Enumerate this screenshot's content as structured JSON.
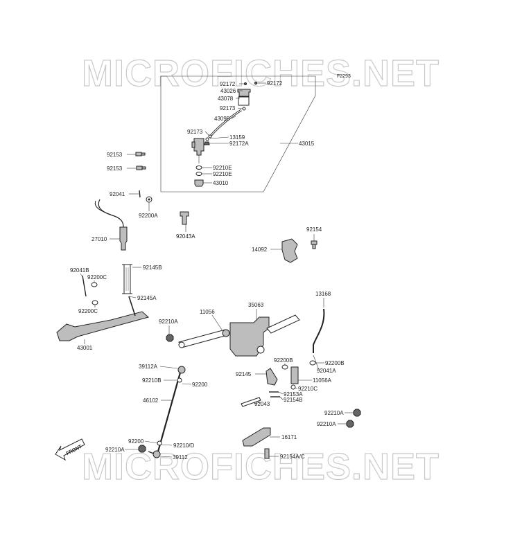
{
  "watermark": "MICROFICHES.NET",
  "figure_code": "F2293",
  "front_label": "FRONT",
  "callouts": {
    "c92172a": "92172",
    "c92172b": "92172",
    "c43026": "43026",
    "c43078": "43078",
    "c92173a": "92173",
    "c43095": "43095",
    "c92173b": "92173",
    "c13159": "13159",
    "c92172A": "92172A",
    "c43015": "43015",
    "c92210Ea": "92210E",
    "c92210Eb": "92210E",
    "c43010": "43010",
    "c92153a": "92153",
    "c92153b": "92153",
    "c92041": "92041",
    "c92200A": "92200A",
    "c27010": "27010",
    "c92043A": "92043A",
    "c92154": "92154",
    "c14092": "14092",
    "c92041B": "92041B",
    "c92200C1": "92200C",
    "c92145B": "92145B",
    "c92200C2": "92200C",
    "c92145A": "92145A",
    "c43001": "43001",
    "c92210A1": "92210A",
    "c11056": "11056",
    "c35063": "35063",
    "c13168": "13168",
    "c92200B1": "92200B",
    "c92200B2": "92200B",
    "c92041A": "92041A",
    "c39112A": "39112A",
    "c92210B": "92210B",
    "c92200a": "92200",
    "c92145": "92145",
    "c11056A": "11056A",
    "c92210C": "92210C",
    "c92153A": "92153A",
    "c46102": "46102",
    "c92154B": "92154B",
    "c92043": "92043",
    "c92210A2": "92210A",
    "c92210A3": "92210A",
    "c92200b": "92200",
    "c92210D": "92210/D",
    "c16171": "16171",
    "c92210A4": "92210A",
    "c39112": "39112",
    "c92154AC": "92154A/C"
  }
}
